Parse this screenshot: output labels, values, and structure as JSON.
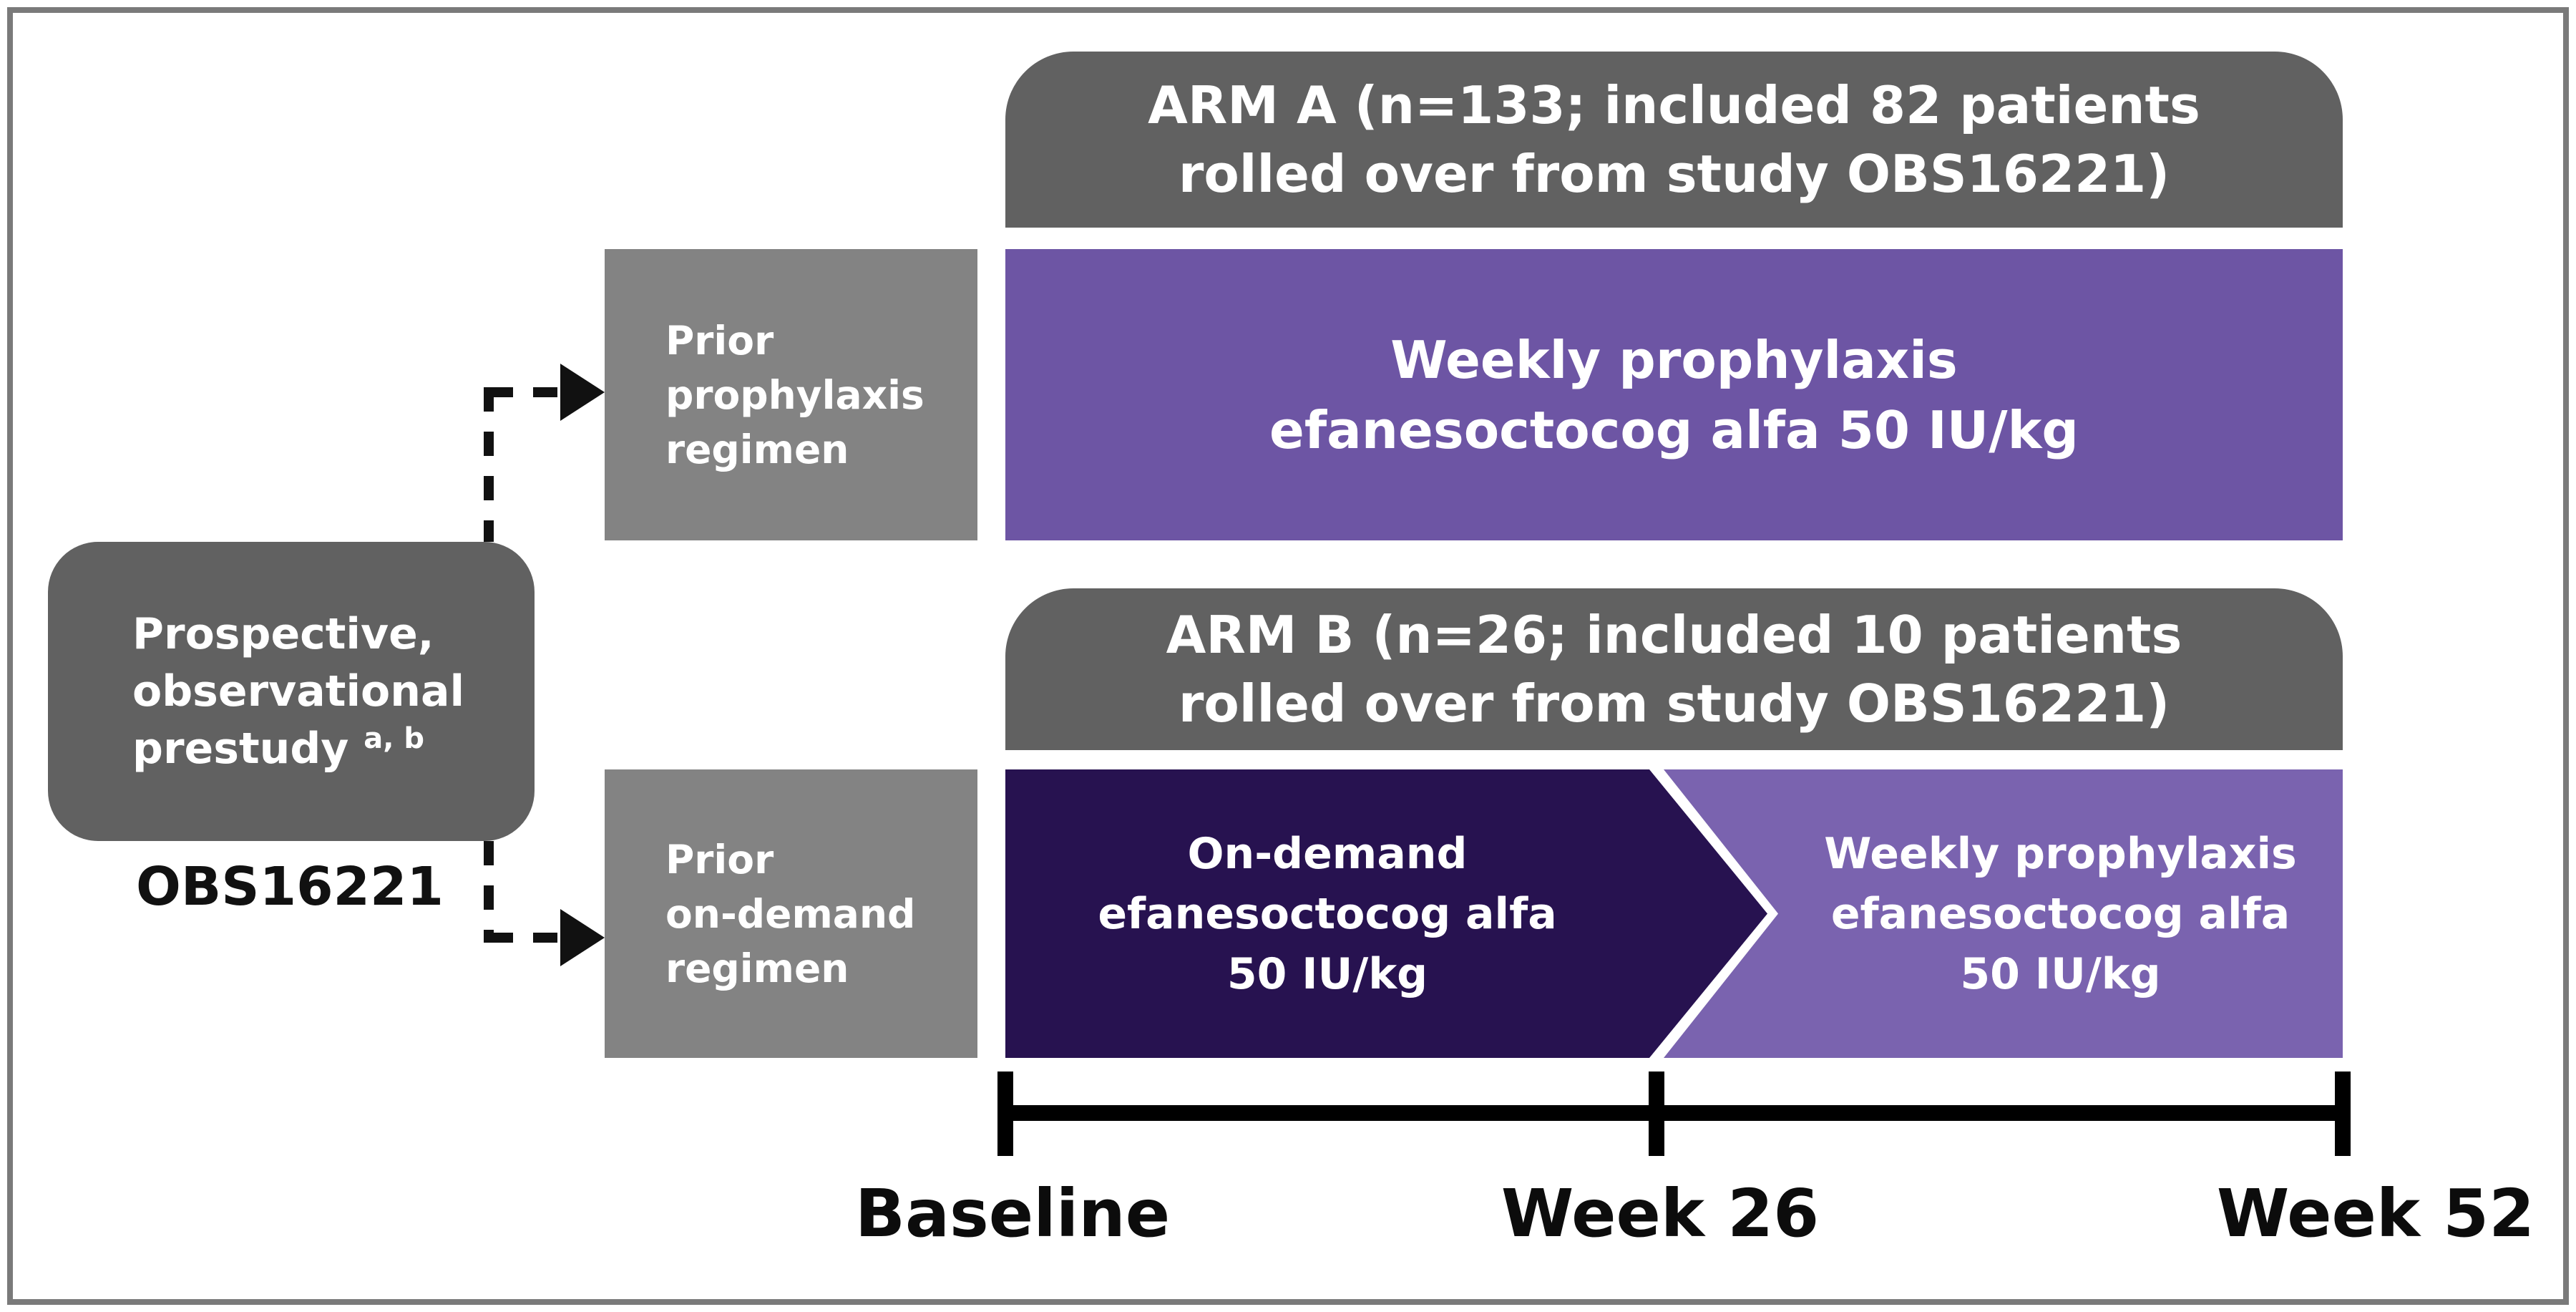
{
  "figure": {
    "prestudy_box": {
      "line1": "Prospective,",
      "line2": "observational",
      "line3": "prestudy",
      "superscript": "a, b"
    },
    "prestudy_id": "OBS16221",
    "regimen_boxes": [
      {
        "line1": "Prior",
        "line2": "prophylaxis",
        "line3": "regimen"
      },
      {
        "line1": "Prior",
        "line2": "on-demand",
        "line3": "regimen"
      }
    ],
    "arm_a": {
      "header_line1": "ARM A (n=133; included 82 patients",
      "header_line2": "rolled over from study OBS16221)",
      "bar_line1": "Weekly prophylaxis",
      "bar_line2": "efanesoctocog alfa 50 IU/kg"
    },
    "arm_b": {
      "header_line1": "ARM B (n=26; included 10 patients",
      "header_line2": "rolled over from study OBS16221)",
      "segment_on_demand": {
        "line1": "On-demand",
        "line2": "efanesoctocog alfa",
        "line3": "50 IU/kg"
      },
      "segment_prophylaxis": {
        "line1": "Weekly prophylaxis",
        "line2": "efanesoctocog alfa",
        "line3": "50 IU/kg"
      }
    },
    "timeline": {
      "labels": [
        "Baseline",
        "Week 26",
        "Week 52"
      ]
    }
  },
  "colors": {
    "dark_gray": "#616161",
    "mid_gray": "#838383",
    "purple_a": "#6D55A4",
    "purple_b_light": "#7A63AF",
    "purple_dark": "#271250",
    "ink": "#111111",
    "frame": "#7a7a7a"
  }
}
